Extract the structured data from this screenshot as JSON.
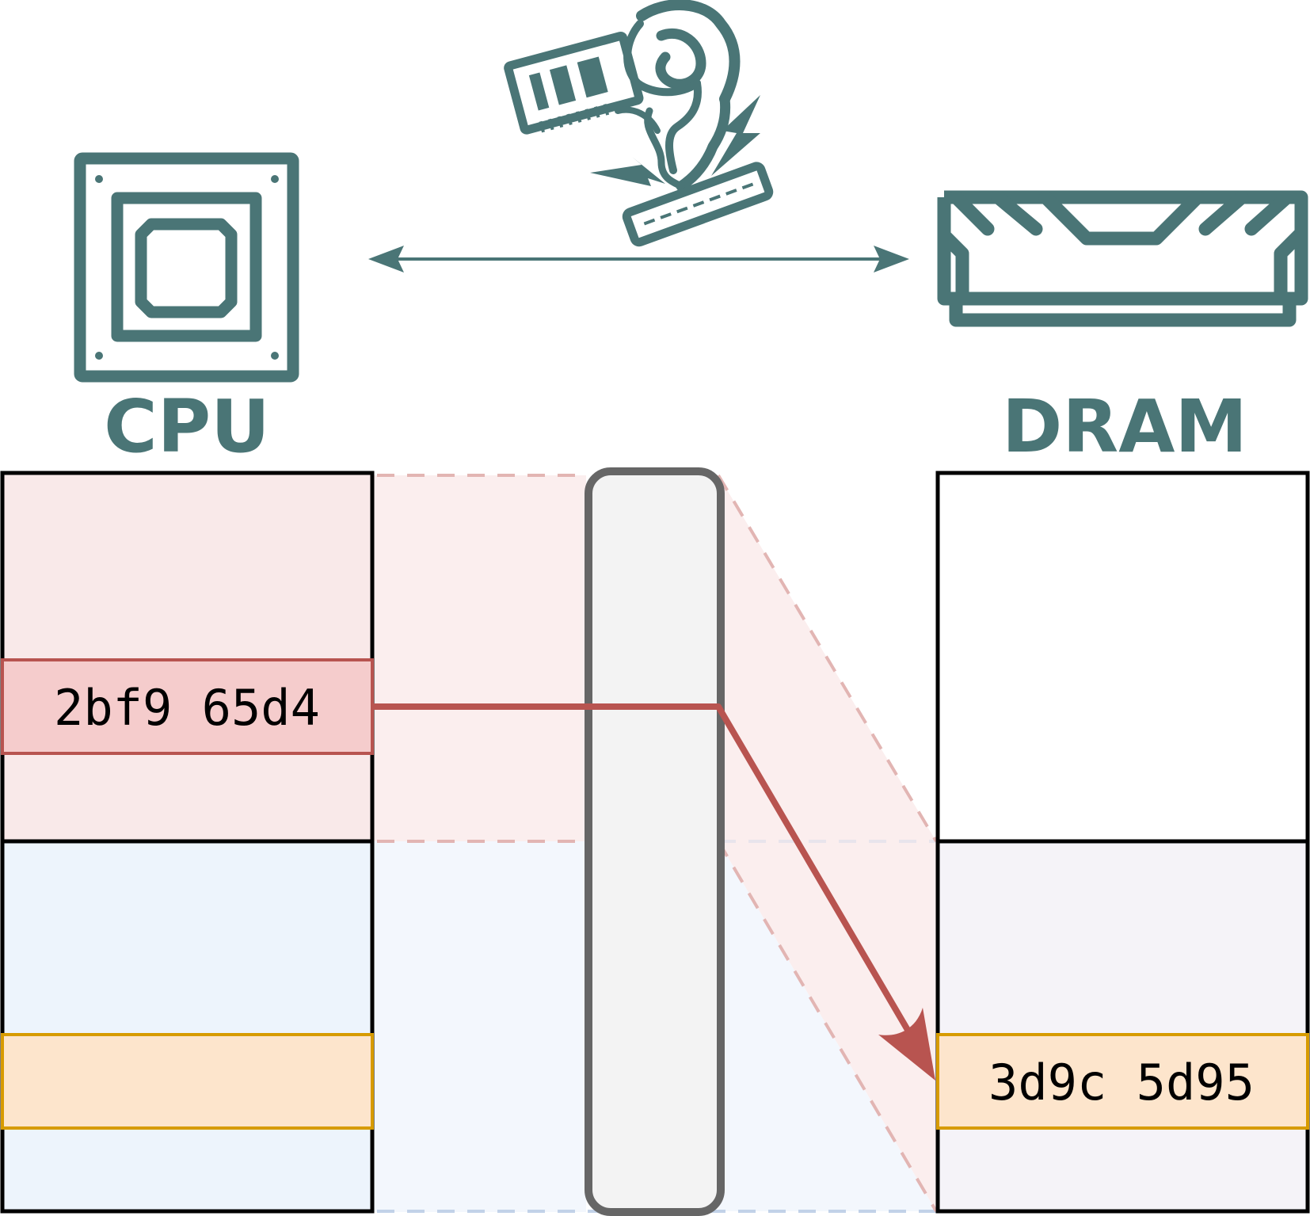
{
  "cpu": {
    "label": "CPU",
    "icon": "cpu-chip-icon"
  },
  "dram": {
    "label": "DRAM",
    "icon": "ram-module-icon"
  },
  "attack": {
    "icon": "ram-attacking-memory-icon"
  },
  "cpu_value": "2bf9 65d4",
  "dram_value": "3d9c 5d95",
  "colors": {
    "icon_teal": "#4a7576",
    "red_fill": "#f9e9e9",
    "red_cell_fill": "#f5cccc",
    "red_stroke": "#b85450",
    "blue_fill": "#edf4fc",
    "orange_fill": "#fde5cc",
    "orange_stroke": "#d79b00",
    "scrambler_fill": "#f3f3f3",
    "scrambler_stroke": "#666666"
  }
}
